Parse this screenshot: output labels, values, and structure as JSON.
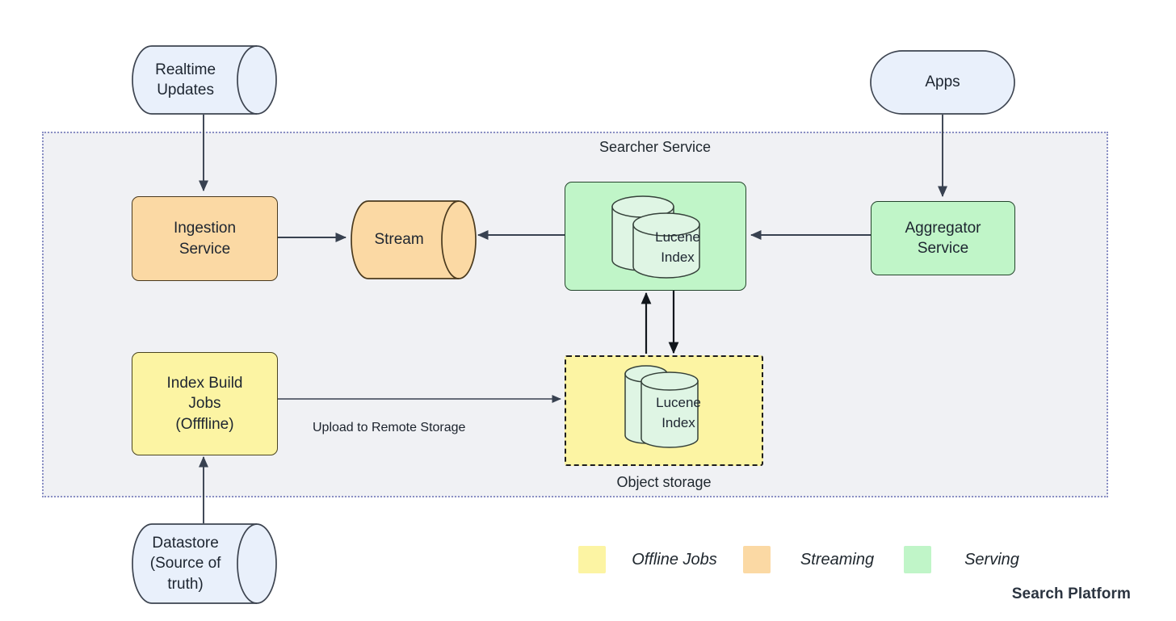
{
  "diagram": {
    "platform_label": "Search Platform",
    "zone_label": "Searcher Service",
    "object_storage_label": "Object storage"
  },
  "nodes": {
    "realtime_updates": "Realtime\nUpdates",
    "datastore": "Datastore\n(Source of\ntruth)",
    "apps": "Apps",
    "ingestion_service": "Ingestion\nService",
    "stream": "Stream",
    "aggregator_service": "Aggregator\nService",
    "index_build_jobs": "Index Build\nJobs\n(Offfline)",
    "lucene_index_serving": "Lucene\nIndex",
    "lucene_index_storage": "Lucene\nIndex"
  },
  "edges": {
    "upload_label": "Upload to Remote Storage"
  },
  "legend": [
    {
      "label": "Offline Jobs",
      "color": "#fcf4a3"
    },
    {
      "label": "Streaming",
      "color": "#fbd9a4"
    },
    {
      "label": "Serving",
      "color": "#c0f5c8"
    }
  ],
  "colors": {
    "offline": "#fcf4a3",
    "streaming": "#fbd9a4",
    "serving": "#c0f5c8",
    "datastore_fill": "#e9f0fb",
    "lucene_fill": "#dff5e4",
    "platform_fill": "#f0f1f4",
    "platform_border": "#8a8fc4",
    "edge_stroke": "#384150"
  }
}
